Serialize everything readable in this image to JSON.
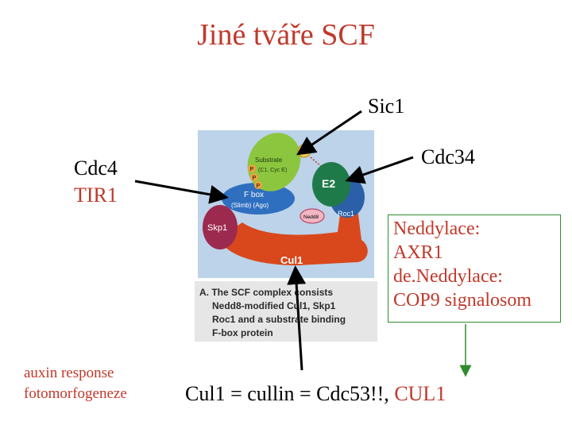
{
  "title": "Jiné tváře SCF",
  "labels": {
    "sic1": "Sic1",
    "cdc34": "Cdc34",
    "cdc4": "Cdc4",
    "tir1": "TIR1",
    "auxin": "auxin response",
    "fotomorf": "fotomorfogeneze",
    "bottom_main": "Cul1 = cullin = Cdc53!!, ",
    "bottom_red": "CUL1"
  },
  "neddylation_box": {
    "line1": "Neddylace:",
    "line2": "AXR1",
    "line3": "de.Neddylace:",
    "line4": "COP9 signalosom"
  },
  "figure": {
    "substrate": "Substrate",
    "substrate_sub": "(C1, Cyc E)",
    "p": "P",
    "ub": "Ub",
    "e2": "E2",
    "fbox": "F box",
    "fbox_sub": "(Slimb) (Ago)",
    "nedd8": "Nedd8",
    "roc1": "Roc1",
    "skp1": "Skp1",
    "cul1": "Cul1",
    "caption1": "A. The SCF complex consists",
    "caption2": "Nedd8-modified Cul1, Skp1",
    "caption3": "Roc1 and a substrate binding",
    "caption4": "F-box protein"
  },
  "colors": {
    "title_red": "#c0392b",
    "box_green": "#2e8b2e",
    "figure_bg": "#bcd3ea",
    "cul1": "#d9481c",
    "skp1": "#9c2a4f",
    "fbox": "#2f6fc0",
    "substrate": "#8cc63f",
    "e2": "#1f7a4a",
    "roc1": "#2b5fa8"
  }
}
